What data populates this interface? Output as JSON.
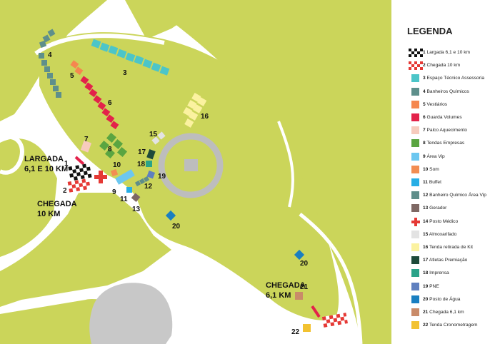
{
  "legend": {
    "title": "LEGENDA",
    "items": [
      {
        "num": "1",
        "label": "Largada 6,1 e 10 km",
        "color": "#111111",
        "icon": "checkered-flag-black"
      },
      {
        "num": "2",
        "label": "Chegada 10 km",
        "color": "#e53935",
        "icon": "checkered-flag-red"
      },
      {
        "num": "3",
        "label": "Espaço Técnico Assessoria",
        "color": "#4cc5c8"
      },
      {
        "num": "4",
        "label": "Banheiros Químicos",
        "color": "#5e8f8b"
      },
      {
        "num": "5",
        "label": "Vestiários",
        "color": "#f5874f"
      },
      {
        "num": "6",
        "label": "Guarda Volumes",
        "color": "#e3224a"
      },
      {
        "num": "7",
        "label": "Palco Aquecimento",
        "color": "#f7cbbd"
      },
      {
        "num": "8",
        "label": "Tendas Empresas",
        "color": "#5aa541"
      },
      {
        "num": "9",
        "label": "Área Vip",
        "color": "#6cc7f0"
      },
      {
        "num": "10",
        "label": "Som",
        "color": "#f28d52"
      },
      {
        "num": "11",
        "label": "Buffet",
        "color": "#27aee5"
      },
      {
        "num": "12",
        "label": "Banheiro Químico Área Vip",
        "color": "#5f8e8a"
      },
      {
        "num": "13",
        "label": "Gerador",
        "color": "#7e6864"
      },
      {
        "num": "14",
        "label": "Posto Médico",
        "color": "#e53935",
        "icon": "red-cross"
      },
      {
        "num": "15",
        "label": "Almoxarifado",
        "color": "#e3e3e3"
      },
      {
        "num": "16",
        "label": "Tenda retirada de Kit",
        "color": "#fbf2a0"
      },
      {
        "num": "17",
        "label": "Atletas Premiação",
        "color": "#1e4a3a"
      },
      {
        "num": "18",
        "label": "Imprensa",
        "color": "#2aa389"
      },
      {
        "num": "19",
        "label": "PNE",
        "color": "#5f80bf"
      },
      {
        "num": "20",
        "label": "Posto de Água",
        "color": "#1a7fc1"
      },
      {
        "num": "21",
        "label": "Chegada 6,1 km",
        "color": "#c98b69"
      },
      {
        "num": "22",
        "label": "Tenda Cronometragem",
        "color": "#f2c231"
      }
    ]
  },
  "map": {
    "labels": {
      "largada_line1": "LARGADA",
      "largada_line2": "6,1 E 10 KM",
      "chegada10_line1": "CHEGADA",
      "chegada10_line2": "10 KM",
      "chegada61_line1": "CHEGADA",
      "chegada61_line2": "6,1 KM"
    },
    "markers": [
      "1",
      "2",
      "3",
      "4",
      "5",
      "6",
      "7",
      "8",
      "9",
      "10",
      "11",
      "12",
      "13",
      "15",
      "16",
      "17",
      "18",
      "19",
      "20",
      "20",
      "21",
      "22"
    ],
    "colors": {
      "grass": "#cbd55a",
      "path": "#ffffff",
      "plaza": "#c8c8c8",
      "track": "#bdbdbd"
    }
  }
}
